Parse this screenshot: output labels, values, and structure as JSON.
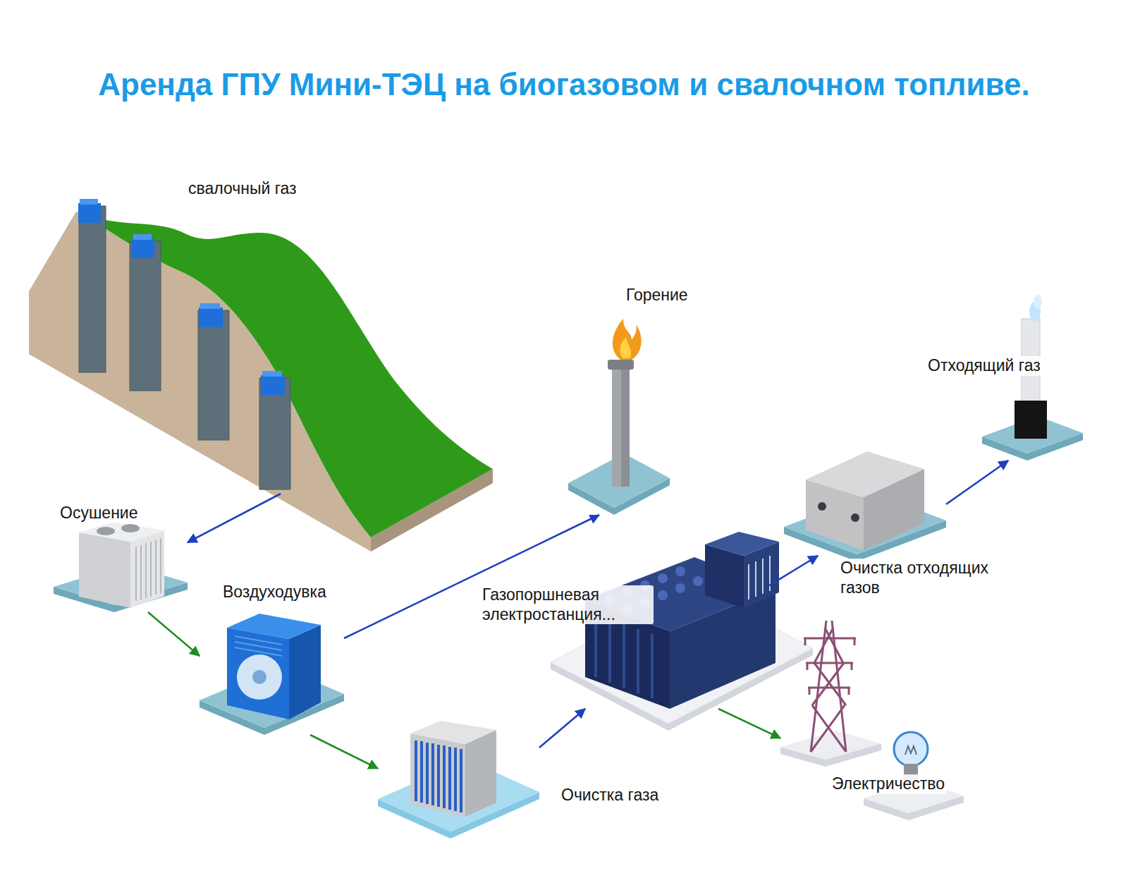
{
  "diagram": {
    "title": "Аренда ГПУ Мини-ТЭЦ на биогазовом и свалочном топливе.",
    "nodes": [
      {
        "text": [
          "свалочный газ"
        ]
      },
      {
        "text": [
          "Осушение"
        ]
      },
      {
        "text": [
          "Воздуходувка"
        ]
      },
      {
        "text": [
          "Горение"
        ]
      },
      {
        "text": [
          "Очистка газа"
        ]
      },
      {
        "text": [
          "Газопоршневая электростанция..."
        ]
      },
      {
        "text": [
          "Очистка отходящих газов"
        ]
      },
      {
        "text": [
          "Отходящий газ"
        ]
      },
      {
        "text": [
          "Электричество"
        ]
      }
    ],
    "edges": [
      {
        "from": 0,
        "to": 1,
        "arrow": "to"
      },
      {
        "from": 1,
        "to": 2,
        "arrow": "to"
      },
      {
        "from": 2,
        "to": 3,
        "arrow": "to"
      },
      {
        "from": 2,
        "to": 4,
        "arrow": "to"
      },
      {
        "from": 4,
        "to": 5,
        "arrow": "to"
      },
      {
        "from": 5,
        "to": 6,
        "arrow": "to"
      },
      {
        "from": 6,
        "to": 7,
        "arrow": "to"
      },
      {
        "from": 5,
        "to": 8,
        "arrow": "to"
      }
    ]
  }
}
